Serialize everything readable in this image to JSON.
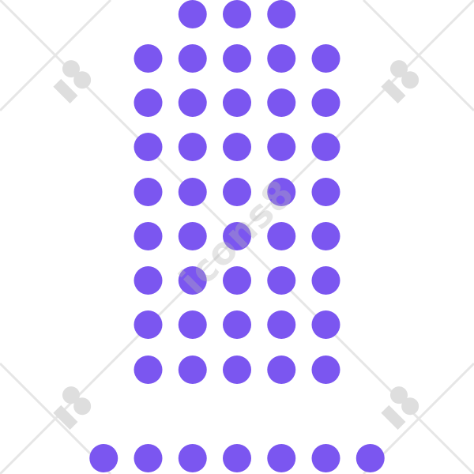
{
  "colors": {
    "dot": "#7b56f0",
    "watermark": "#d9d9d9"
  },
  "grid": {
    "rows": [
      3,
      5,
      5,
      5,
      5,
      5,
      5,
      5,
      5,
      7
    ]
  },
  "watermark": {
    "text": "icons8",
    "logo_icon": "icons8-logo-icon"
  }
}
